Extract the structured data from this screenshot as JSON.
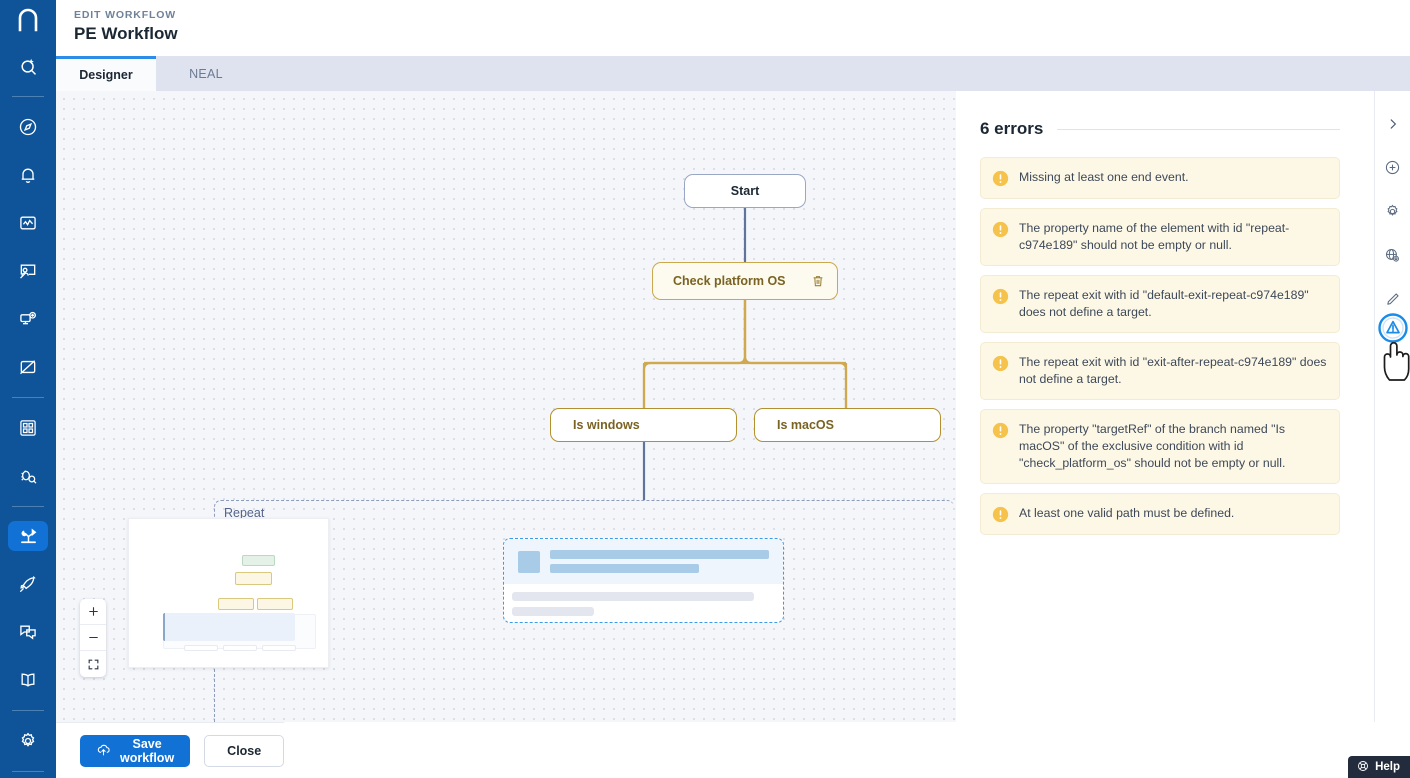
{
  "brand": {
    "logo_letter": "n",
    "accent": "#1271d4",
    "rail_bg": "#0f5499"
  },
  "sidebar": {
    "items": [
      {
        "icon": "search-sparkle-icon",
        "name": "search"
      },
      {
        "icon": "compass-icon",
        "name": "discover"
      },
      {
        "icon": "bell-icon",
        "name": "alerts"
      },
      {
        "icon": "monitor-chart-icon",
        "name": "monitoring"
      },
      {
        "icon": "people-screen-icon",
        "name": "people"
      },
      {
        "icon": "devices-add-icon",
        "name": "devices"
      },
      {
        "icon": "screen-edit-icon",
        "name": "screens"
      },
      {
        "icon": "grid-apps-icon",
        "name": "apps"
      },
      {
        "icon": "bug-search-icon",
        "name": "investigate"
      },
      {
        "icon": "workflow-icon",
        "name": "workflows"
      },
      {
        "icon": "rocket-icon",
        "name": "deploy"
      },
      {
        "icon": "chat-icon",
        "name": "chat"
      },
      {
        "icon": "book-icon",
        "name": "docs"
      },
      {
        "icon": "gear-icon",
        "name": "settings"
      }
    ]
  },
  "header": {
    "eyebrow": "EDIT WORKFLOW",
    "title": "PE Workflow"
  },
  "tabs": [
    {
      "label": "Designer",
      "active": true
    },
    {
      "label": "NEAL",
      "active": false
    }
  ],
  "canvas": {
    "nodes": [
      {
        "id": "start",
        "label": "Start",
        "type": "start"
      },
      {
        "id": "check",
        "label": "Check platform OS",
        "type": "condition",
        "has_delete": true,
        "delete_icon": "trash-icon"
      },
      {
        "id": "windows",
        "label": "Is windows",
        "type": "branch"
      },
      {
        "id": "macos",
        "label": "Is macOS",
        "type": "branch"
      }
    ],
    "repeat_group_label": "Repeat",
    "placeholder_card": "loading-placeholder",
    "zoom_controls": [
      {
        "name": "zoom-in",
        "glyph": "+"
      },
      {
        "name": "zoom-out",
        "glyph": "−"
      },
      {
        "name": "fit-to-screen",
        "glyph": "fit-icon"
      }
    ]
  },
  "errors_panel": {
    "heading": "6 errors",
    "count": 6,
    "items": [
      {
        "icon": "warning-icon",
        "text": "Missing at least one end event."
      },
      {
        "icon": "warning-icon",
        "text": "The property name of the element with id \"repeat-c974e189\" should not be empty or null."
      },
      {
        "icon": "warning-icon",
        "text": "The repeat exit with id \"default-exit-repeat-c974e189\" does not define a target."
      },
      {
        "icon": "warning-icon",
        "text": "The repeat exit with id \"exit-after-repeat-c974e189\" does not define a target."
      },
      {
        "icon": "warning-icon",
        "text": "The property \"targetRef\" of the branch named \"Is macOS\" of the exclusive condition with id \"check_platform_os\" should not be empty or null."
      },
      {
        "icon": "warning-icon",
        "text": "At least one valid path must be defined."
      }
    ]
  },
  "tool_rail": {
    "items": [
      {
        "name": "collapse-panel",
        "icon": "chevron-right-icon"
      },
      {
        "name": "add-node",
        "icon": "plus-circle-icon"
      },
      {
        "name": "settings",
        "icon": "gear-icon"
      },
      {
        "name": "global-settings",
        "icon": "globe-gear-icon"
      },
      {
        "name": "edit",
        "icon": "pencil-icon"
      },
      {
        "name": "show-errors",
        "icon": "warning-triangle-icon",
        "active": true
      }
    ]
  },
  "footer": {
    "save_label": "Save workflow",
    "save_icon": "cloud-upload-icon",
    "close_label": "Close"
  },
  "help": {
    "label": "Help",
    "icon": "lifering-icon"
  }
}
